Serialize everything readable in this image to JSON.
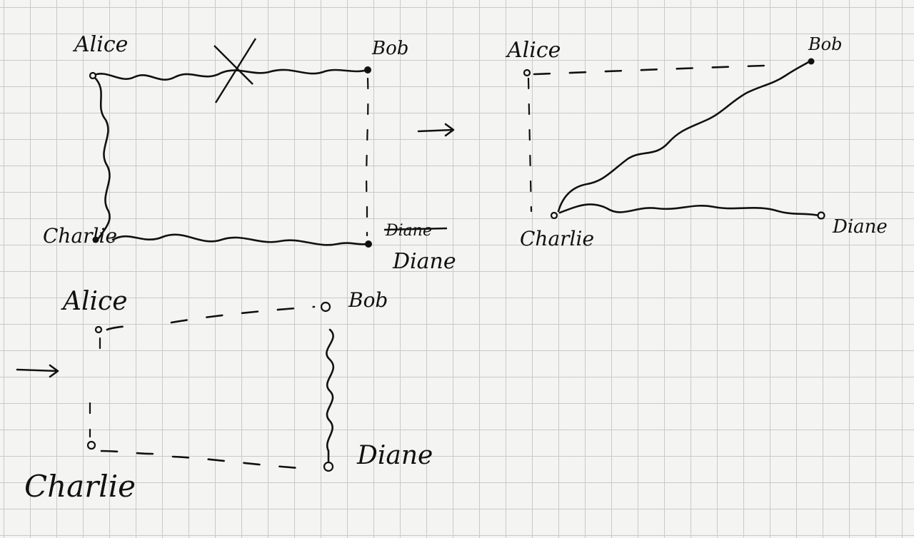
{
  "diagrams": [
    {
      "id": "before",
      "nodes": {
        "alice": "Alice",
        "bob": "Bob",
        "charlie": "Charlie",
        "diane": "Diane"
      },
      "crossed_out_label": "Diane",
      "links": [
        {
          "from": "alice",
          "to": "bob",
          "style": "wavy",
          "crossed": true
        },
        {
          "from": "alice",
          "to": "charlie",
          "style": "wavy"
        },
        {
          "from": "charlie",
          "to": "diane",
          "style": "wavy"
        },
        {
          "from": "bob",
          "to": "diane",
          "style": "dashed"
        }
      ]
    },
    {
      "id": "step-1",
      "nodes": {
        "alice": "Alice",
        "bob": "Bob",
        "charlie": "Charlie",
        "diane": "Diane"
      },
      "links": [
        {
          "from": "alice",
          "to": "bob",
          "style": "dashed"
        },
        {
          "from": "alice",
          "to": "charlie",
          "style": "dashed"
        },
        {
          "from": "charlie",
          "to": "bob",
          "style": "wavy"
        },
        {
          "from": "charlie",
          "to": "diane",
          "style": "wavy"
        }
      ]
    },
    {
      "id": "step-2",
      "nodes": {
        "alice": "Alice",
        "bob": "Bob",
        "charlie": "Charlie",
        "diane": "Diane"
      },
      "links": [
        {
          "from": "alice",
          "to": "bob",
          "style": "dashed"
        },
        {
          "from": "alice",
          "to": "charlie",
          "style": "dashed"
        },
        {
          "from": "charlie",
          "to": "diane",
          "style": "dashed"
        },
        {
          "from": "bob",
          "to": "diane",
          "style": "wavy"
        }
      ]
    }
  ],
  "arrows": [
    "→",
    "→"
  ]
}
